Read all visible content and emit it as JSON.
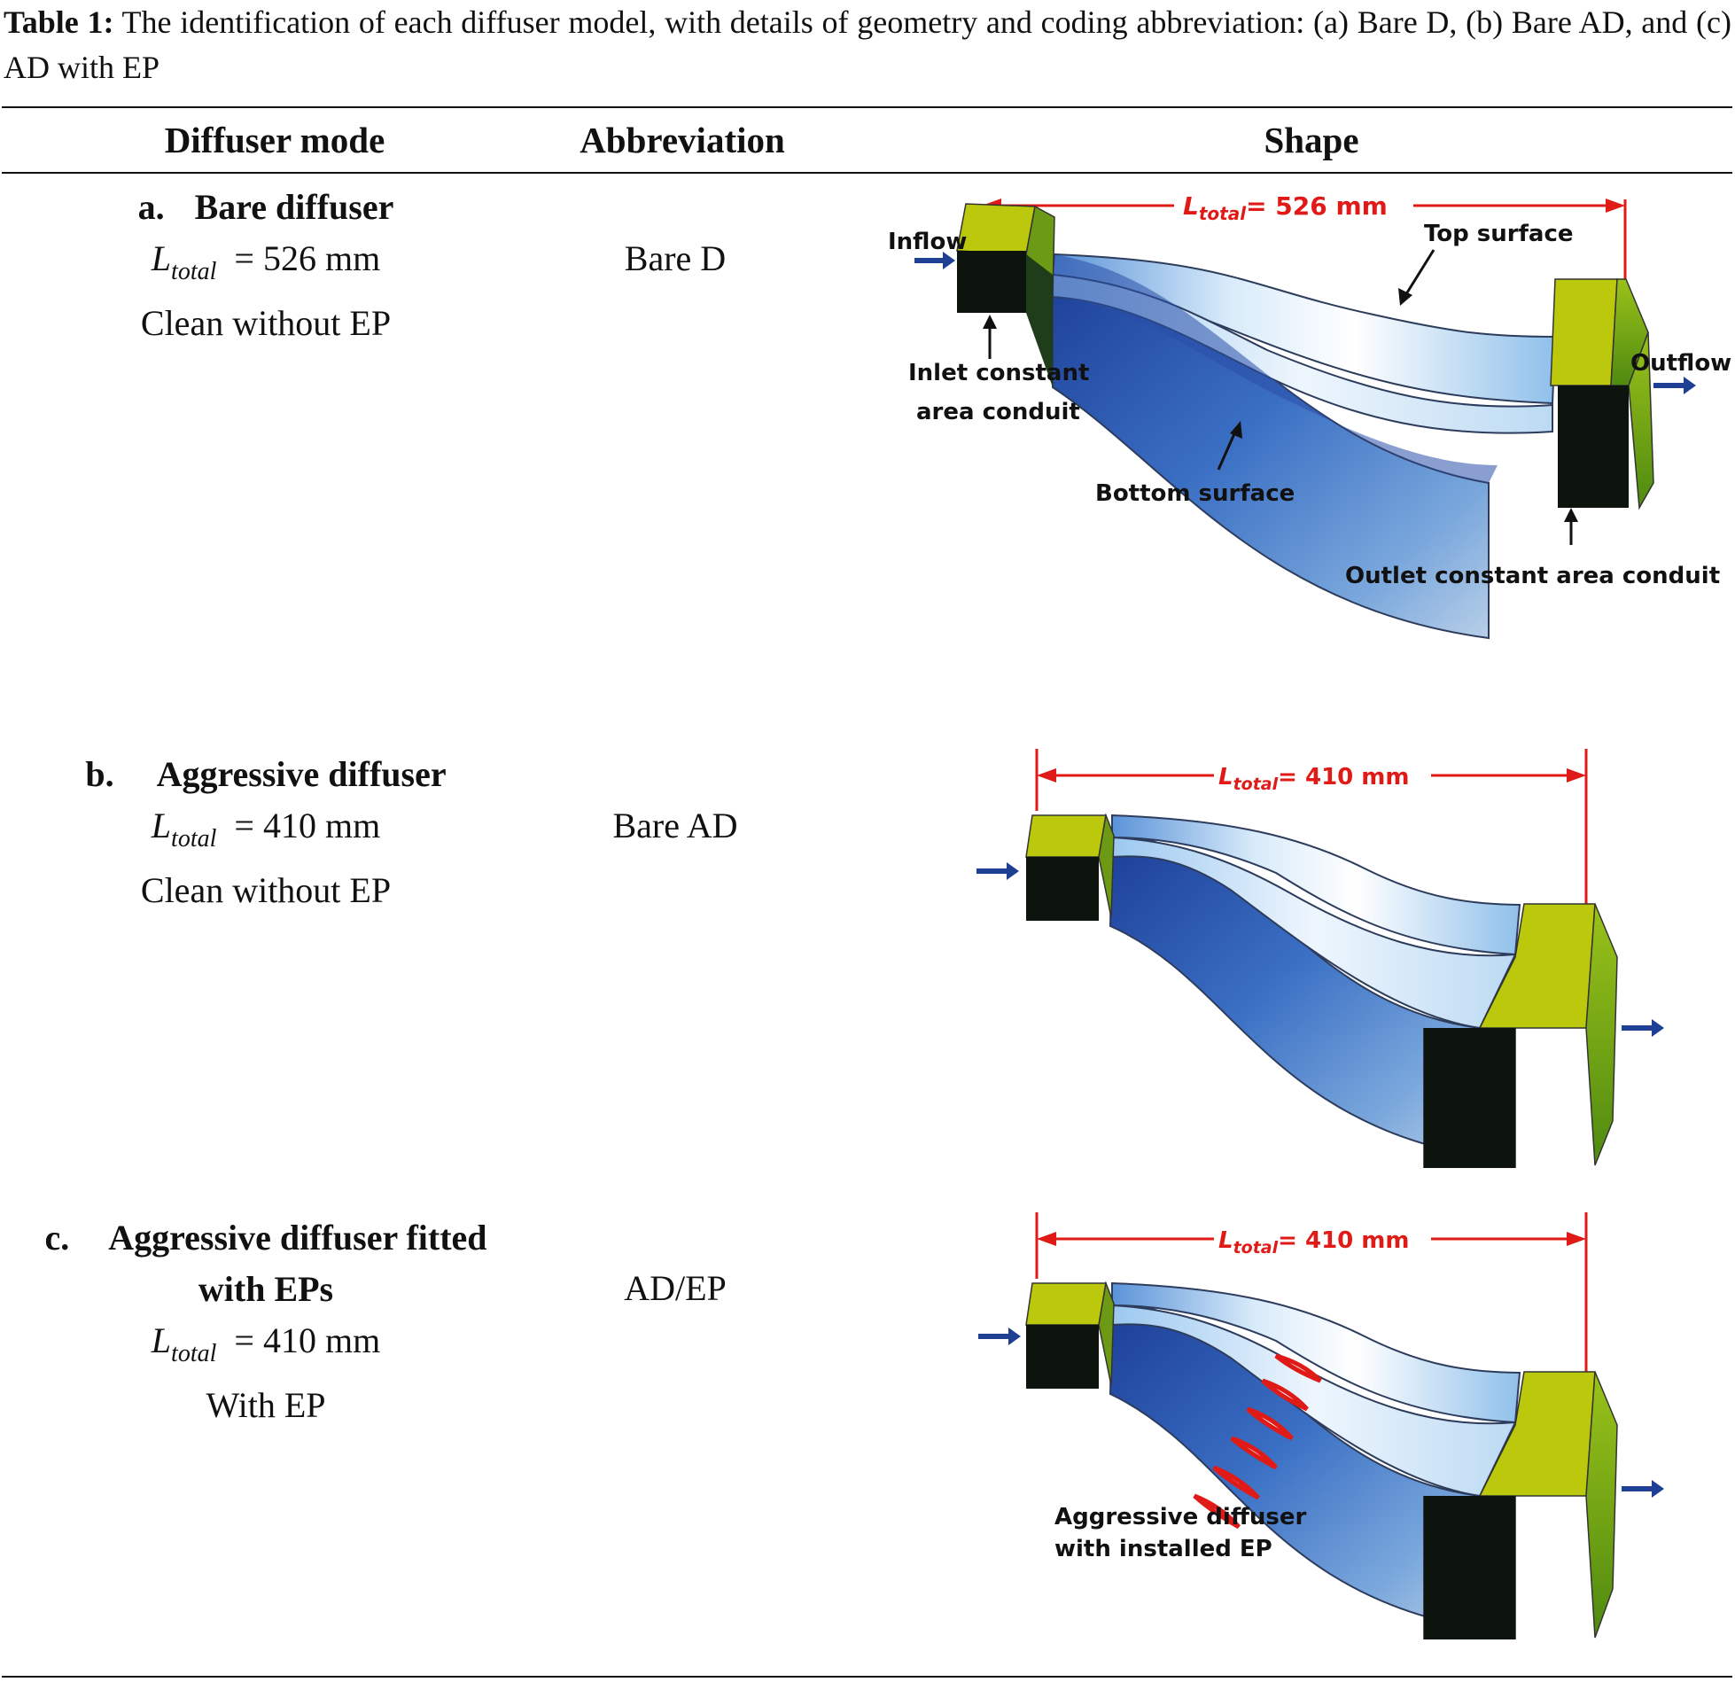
{
  "caption": {
    "label": "Table 1:",
    "text": "The identification of each diffuser model, with details of geometry and coding abbreviation: (a) Bare D, (b) Bare AD, and (c) AD with EP"
  },
  "headers": {
    "mode": "Diffuser mode",
    "abbreviation": "Abbreviation",
    "shape": "Shape"
  },
  "rows": [
    {
      "letter": "a.",
      "title": "Bare diffuser",
      "title2": "",
      "length_symbol": "L",
      "length_sub": "total",
      "length_value": "= 526 mm",
      "condition": "Clean without EP",
      "abbreviation": "Bare D",
      "figure": {
        "dimension_symbol": "L",
        "dimension_sub": "total",
        "dimension_value": "= 526 mm",
        "labels": {
          "inflow": "Inflow",
          "outflow": "Outflow",
          "top_surface": "Top surface",
          "bottom_surface": "Bottom surface",
          "inlet_1": "Inlet constant",
          "inlet_2": "area conduit",
          "outlet": "Outlet constant area conduit"
        }
      }
    },
    {
      "letter": "b.",
      "title": "Aggressive diffuser",
      "title2": "",
      "length_symbol": "L",
      "length_sub": "total",
      "length_value": "= 410 mm",
      "condition": "Clean without EP",
      "abbreviation": "Bare AD",
      "figure": {
        "dimension_symbol": "L",
        "dimension_sub": "total",
        "dimension_value": "= 410 mm"
      }
    },
    {
      "letter": "c.",
      "title": "Aggressive diffuser fitted",
      "title2": "with EPs",
      "length_symbol": "L",
      "length_sub": "total",
      "length_value": "= 410 mm",
      "condition": "With EP",
      "abbreviation": "AD/EP",
      "figure": {
        "dimension_symbol": "L",
        "dimension_sub": "total",
        "dimension_value": "= 410 mm",
        "labels": {
          "ep_1": "Aggressive diffuser",
          "ep_2": "with installed EP"
        }
      }
    }
  ],
  "colors": {
    "dimension_red": "#e01b17",
    "conduit_yellow": "#b9c40a",
    "conduit_green": "#5f9a12",
    "conduit_black": "#0d130d",
    "duct_blue_dark": "#1d3f9a",
    "duct_blue_light": "#e6f2fb",
    "arrow_blue": "#1f3f95"
  }
}
